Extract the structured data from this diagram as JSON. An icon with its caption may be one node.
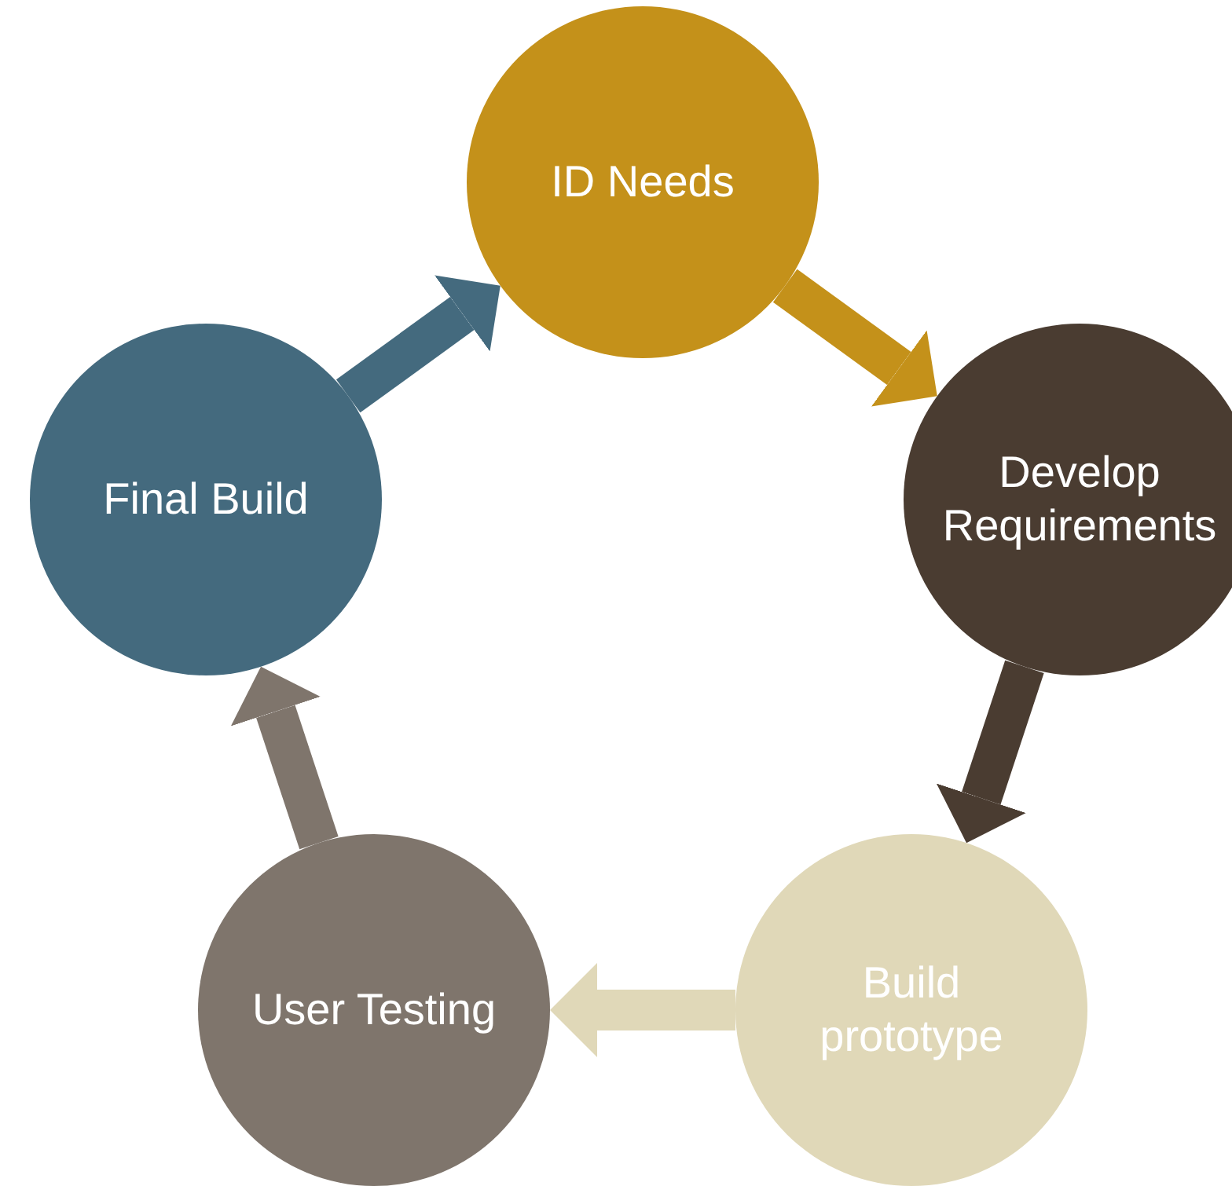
{
  "diagram": {
    "nodes": [
      {
        "text": [
          "ID Needs"
        ]
      },
      {
        "text": [
          "Develop Requirements"
        ]
      },
      {
        "text": [
          "Build prototype"
        ]
      },
      {
        "text": [
          "User Testing"
        ]
      },
      {
        "text": [
          "Final Build"
        ]
      }
    ],
    "edges": [
      {
        "from": 0,
        "to": 1,
        "arrow": "to",
        "color": "#c4911a"
      },
      {
        "from": 1,
        "to": 2,
        "arrow": "to",
        "color": "#4a3c31"
      },
      {
        "from": 2,
        "to": 3,
        "arrow": "to",
        "color": "#e0d8b8"
      },
      {
        "from": 3,
        "to": 4,
        "arrow": "to",
        "color": "#7f756c"
      },
      {
        "from": 4,
        "to": 0,
        "arrow": "to",
        "color": "#446a7e"
      }
    ]
  }
}
